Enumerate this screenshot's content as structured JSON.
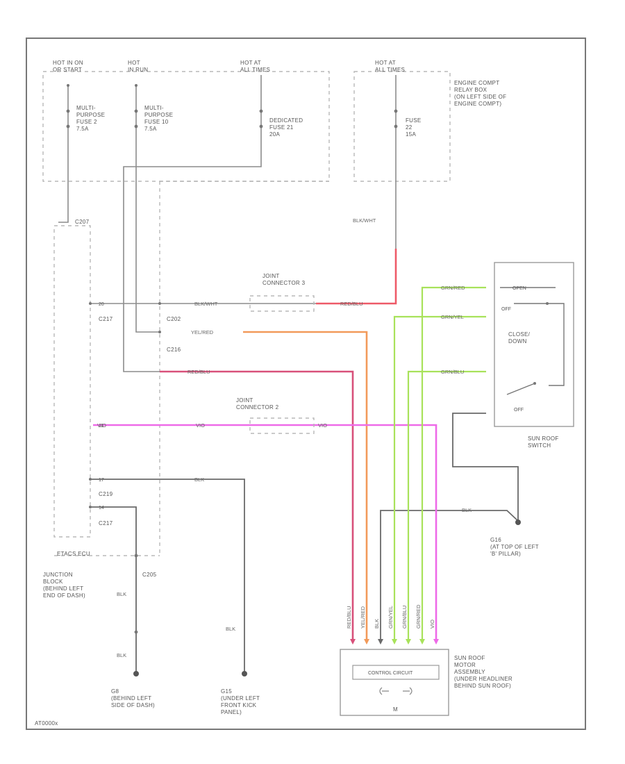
{
  "diagram_id": "AT0000x",
  "power_sources": {
    "hot_ig": "HOT IN ON\nOR START",
    "hot_run": "HOT\nIN RUN",
    "hot_at_all_times_1": "HOT AT\nALL TIMES",
    "hot_at_all_times_2": "HOT AT\nALL TIMES"
  },
  "fuses": {
    "mpf2": "MULTI-\nPURPOSE\nFUSE 2\n7.5A",
    "mpf10": "MULTI-\nPURPOSE\nFUSE 10\n7.5A",
    "ded21": "DEDICATED\nFUSE 21\n20A",
    "fuse22": "FUSE\n22\n15A"
  },
  "relay_box": "ENGINE COMPT\nRELAY BOX\n(ON LEFT SIDE OF\nENGINE COMPT)",
  "etacs_top": "C207",
  "etacs_ecu": "ETACS ECU",
  "junction_block": "JUNCTION\nBLOCK\n(BEHIND LEFT\nEND OF DASH)",
  "connectors": {
    "c217_a": "C217",
    "c202": "C202",
    "c216": "C216",
    "c219": "C219",
    "c217_b": "C217",
    "c205": "C205",
    "pin_20": "20",
    "pin_11": "11",
    "pin_17": "17",
    "pin_14": "14"
  },
  "joint_connector_3": "JOINT\nCONNECTOR 3",
  "joint_connector_2": "JOINT\nCONNECTOR 2",
  "wires": {
    "blk_wht_vertical": "BLK/WHT",
    "blk_wht_horizontal": "BLK/WHT",
    "red_blu_1": "RED/BLU",
    "yel_red": "YEL/RED",
    "red_blu_2": "RED/BLU",
    "vio_1": "VIO",
    "vio_2": "VIO",
    "vio_3": "VIO",
    "blk_1": "BLK",
    "blk_2": "BLK",
    "blk_3": "BLK",
    "blk_4": "BLK",
    "blk_5": "BLK",
    "grn_red": "GRN/RED",
    "grn_yel": "GRN/YEL",
    "grn_blu": "GRN/BLU"
  },
  "sunroof_switch": {
    "label": "SUN ROOF\nSWITCH",
    "open": "OPEN",
    "off_top": "OFF",
    "close": "CLOSE/\nDOWN",
    "off_bottom": "OFF"
  },
  "grounds": {
    "g16": "G16\n(AT TOP OF LEFT\n'B' PILLAR)",
    "g8": "G8\n(BEHIND LEFT\nSIDE OF DASH)",
    "g15": "G15\n(UNDER LEFT\nFRONT KICK\nPANEL)"
  },
  "motor": {
    "label": "SUN ROOF\nMOTOR\nASSEMBLY\n(UNDER HEADLINER\nBEHIND SUN ROOF)",
    "control_circuit": "CONTROL CIRCUIT",
    "m": "M"
  },
  "motor_pins": [
    "RED/BLU",
    "YEL/RED",
    "BLK",
    "GRN/YEL",
    "GRN/BLU",
    "GRN/RED",
    "VIO"
  ],
  "colors": {
    "red": "#ee5a68",
    "orange": "#f29a5a",
    "magenta": "#ee6ae8",
    "green": "#a8e25a",
    "gray": "#8c8c8c"
  }
}
